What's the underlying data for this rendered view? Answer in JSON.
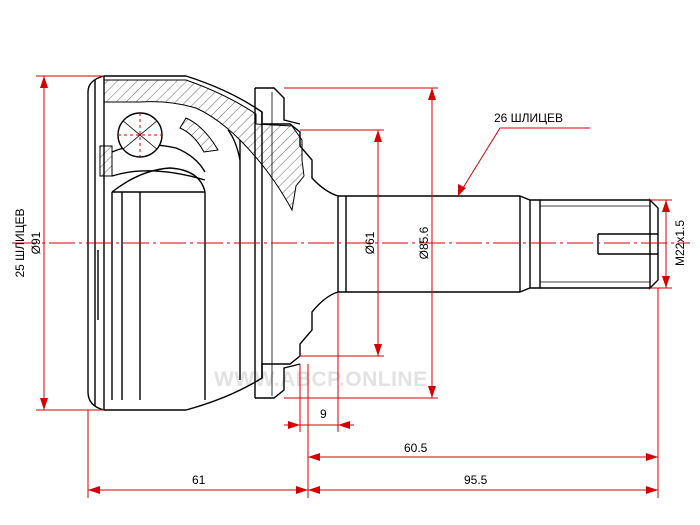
{
  "dimensions": {
    "outer_diameter": "Ø91",
    "left_splines": "25 ШЛИЦЕВ",
    "right_splines": "26 ШЛИЦЕВ",
    "shaft_diameter": "Ø61",
    "flange_diameter": "Ø85.6",
    "thread": "M22x1.5",
    "len_9": "9",
    "len_60_5": "60.5",
    "len_61": "61",
    "len_95_5": "95.5"
  },
  "watermark": "WWW.ABCP.ONLINE",
  "colors": {
    "line": "#000000",
    "dimension": "#d60000",
    "watermark": "#e2e2e2"
  }
}
